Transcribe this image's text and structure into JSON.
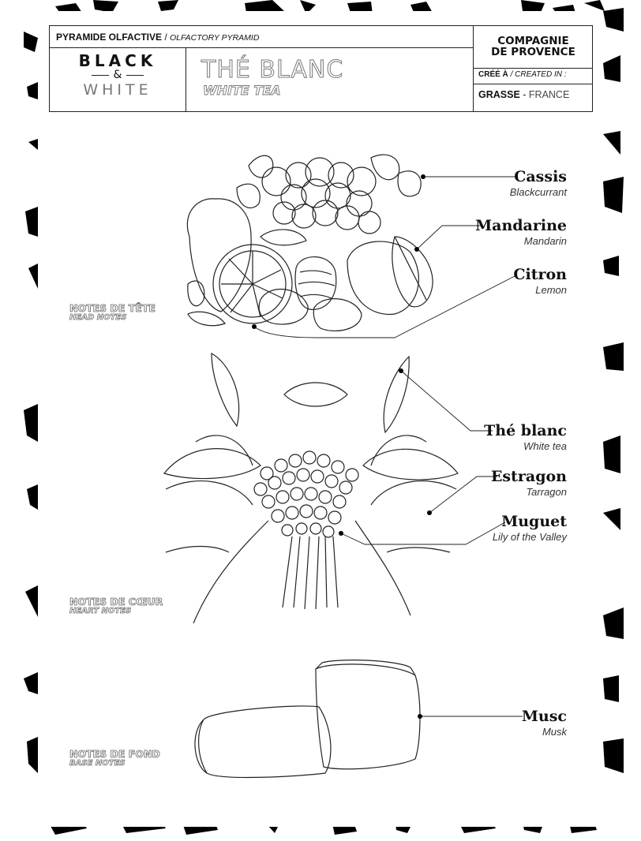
{
  "header": {
    "pyramid_fr": "PYRAMIDE OLFACTIVE",
    "pyramid_sep": " / ",
    "pyramid_en": "OLFACTORY PYRAMID",
    "collection_line1": "BLACK",
    "collection_amp": "&",
    "collection_line2": "WHITE",
    "fragrance_fr": "THÉ BLANC",
    "fragrance_en": "WHITE TEA",
    "brand_line1": "COMPAGNIE",
    "brand_line2": "DE PROVENCE",
    "created_fr": "CRÉÉ À",
    "created_en": " / CREATED IN :",
    "city": "GRASSE",
    "city_sep": " - ",
    "country": "FRANCE"
  },
  "sections": [
    {
      "label_fr": "NOTES DE TÊTE",
      "label_en": "HEAD NOTES",
      "notes": [
        {
          "fr": "Cassis",
          "en": "Blackcurrant"
        },
        {
          "fr": "Mandarine",
          "en": "Mandarin"
        },
        {
          "fr": "Citron",
          "en": "Lemon"
        }
      ]
    },
    {
      "label_fr": "NOTES DE CŒUR",
      "label_en": "HEART NOTES",
      "notes": [
        {
          "fr": "Thé blanc",
          "en": "White tea"
        },
        {
          "fr": "Estragon",
          "en": "Tarragon"
        },
        {
          "fr": "Muguet",
          "en": "Lily of the Valley"
        }
      ]
    },
    {
      "label_fr": "NOTES DE FOND",
      "label_en": "BASE NOTES",
      "notes": [
        {
          "fr": "Musc",
          "en": "Musk"
        }
      ]
    }
  ],
  "colors": {
    "ink": "#111111",
    "outline": "#777777",
    "paper": "#ffffff"
  }
}
